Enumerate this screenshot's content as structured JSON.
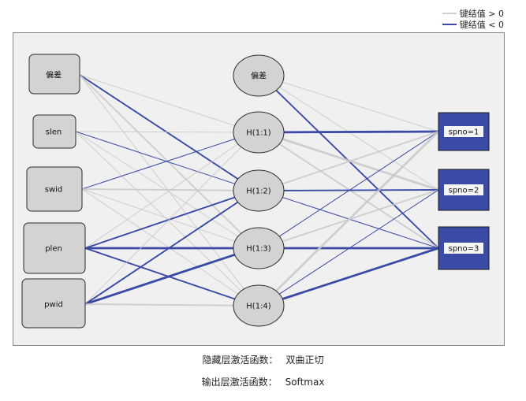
{
  "legend": {
    "positive_label": "键结值 > 0",
    "negative_label": "键结值 < 0",
    "positive_color": "#c8c8c8",
    "negative_color": "#3a4aa5"
  },
  "network": {
    "input_layer": [
      "偏差",
      "slen",
      "swid",
      "plen",
      "pwid"
    ],
    "hidden_layer": [
      "偏差",
      "H(1:1)",
      "H(1:2)",
      "H(1:3)",
      "H(1:4)"
    ],
    "output_layer": [
      "spno=1",
      "spno=2",
      "spno=3"
    ],
    "node_fill": "#d3d3d3",
    "output_fill": "#3a4aa5",
    "connections": [
      {
        "from": "in.0",
        "to": "hid.1",
        "sign": "pos",
        "weight": 1
      },
      {
        "from": "in.0",
        "to": "hid.2",
        "sign": "neg",
        "weight": 2
      },
      {
        "from": "in.0",
        "to": "hid.3",
        "sign": "pos",
        "weight": 2
      },
      {
        "from": "in.0",
        "to": "hid.4",
        "sign": "pos",
        "weight": 1
      },
      {
        "from": "in.1",
        "to": "hid.1",
        "sign": "pos",
        "weight": 1
      },
      {
        "from": "in.1",
        "to": "hid.2",
        "sign": "neg",
        "weight": 1
      },
      {
        "from": "in.1",
        "to": "hid.3",
        "sign": "pos",
        "weight": 1
      },
      {
        "from": "in.1",
        "to": "hid.4",
        "sign": "pos",
        "weight": 1
      },
      {
        "from": "in.2",
        "to": "hid.1",
        "sign": "neg",
        "weight": 1
      },
      {
        "from": "in.2",
        "to": "hid.2",
        "sign": "pos",
        "weight": 2
      },
      {
        "from": "in.2",
        "to": "hid.3",
        "sign": "pos",
        "weight": 1
      },
      {
        "from": "in.2",
        "to": "hid.4",
        "sign": "pos",
        "weight": 1
      },
      {
        "from": "in.3",
        "to": "hid.1",
        "sign": "pos",
        "weight": 1
      },
      {
        "from": "in.3",
        "to": "hid.2",
        "sign": "neg",
        "weight": 2
      },
      {
        "from": "in.3",
        "to": "hid.3",
        "sign": "neg",
        "weight": 3
      },
      {
        "from": "in.3",
        "to": "hid.4",
        "sign": "neg",
        "weight": 2
      },
      {
        "from": "in.4",
        "to": "hid.1",
        "sign": "pos",
        "weight": 1
      },
      {
        "from": "in.4",
        "to": "hid.2",
        "sign": "neg",
        "weight": 2
      },
      {
        "from": "in.4",
        "to": "hid.3",
        "sign": "neg",
        "weight": 3
      },
      {
        "from": "in.4",
        "to": "hid.4",
        "sign": "pos",
        "weight": 2
      },
      {
        "from": "hid.0",
        "to": "out.0",
        "sign": "pos",
        "weight": 1
      },
      {
        "from": "hid.0",
        "to": "out.1",
        "sign": "pos",
        "weight": 1
      },
      {
        "from": "hid.0",
        "to": "out.2",
        "sign": "neg",
        "weight": 2
      },
      {
        "from": "hid.1",
        "to": "out.0",
        "sign": "neg",
        "weight": 3
      },
      {
        "from": "hid.1",
        "to": "out.1",
        "sign": "pos",
        "weight": 3
      },
      {
        "from": "hid.1",
        "to": "out.2",
        "sign": "pos",
        "weight": 2
      },
      {
        "from": "hid.2",
        "to": "out.0",
        "sign": "pos",
        "weight": 2
      },
      {
        "from": "hid.2",
        "to": "out.1",
        "sign": "neg",
        "weight": 2
      },
      {
        "from": "hid.2",
        "to": "out.2",
        "sign": "neg",
        "weight": 1
      },
      {
        "from": "hid.3",
        "to": "out.0",
        "sign": "neg",
        "weight": 1
      },
      {
        "from": "hid.3",
        "to": "out.1",
        "sign": "pos",
        "weight": 2
      },
      {
        "from": "hid.3",
        "to": "out.2",
        "sign": "neg",
        "weight": 3
      },
      {
        "from": "hid.4",
        "to": "out.0",
        "sign": "pos",
        "weight": 3
      },
      {
        "from": "hid.4",
        "to": "out.1",
        "sign": "neg",
        "weight": 1
      },
      {
        "from": "hid.4",
        "to": "out.2",
        "sign": "neg",
        "weight": 3
      }
    ]
  },
  "footer": {
    "hidden_activation_label": "隐藏层激活函数：",
    "hidden_activation_value": "双曲正切",
    "output_activation_label": "输出层激活函数：",
    "output_activation_value": "Softmax"
  }
}
